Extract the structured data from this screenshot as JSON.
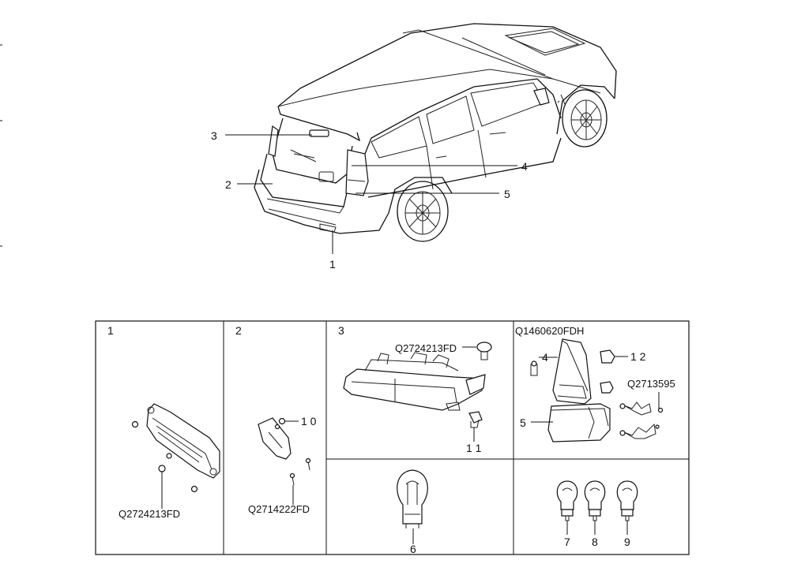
{
  "callouts": {
    "c1": "1",
    "c2": "2",
    "c3": "3",
    "c4": "4",
    "c5": "5"
  },
  "panels": {
    "p1": {
      "num": "1",
      "part_no": "Q2724213FD"
    },
    "p2": {
      "num": "2",
      "part_no": "Q2714222FD",
      "ref10": "1 0"
    },
    "p3": {
      "num": "3",
      "part_no": "Q2724213FD",
      "ref11": "1 1"
    },
    "p4": {
      "part_no_top": "Q1460620FDH",
      "ref4": "4",
      "ref5": "5",
      "ref12": "1 2",
      "part_no_side": "Q2713595"
    },
    "p6": {
      "ref": "6"
    },
    "p7": {
      "ref7": "7",
      "ref8": "8",
      "ref9": "9"
    }
  }
}
